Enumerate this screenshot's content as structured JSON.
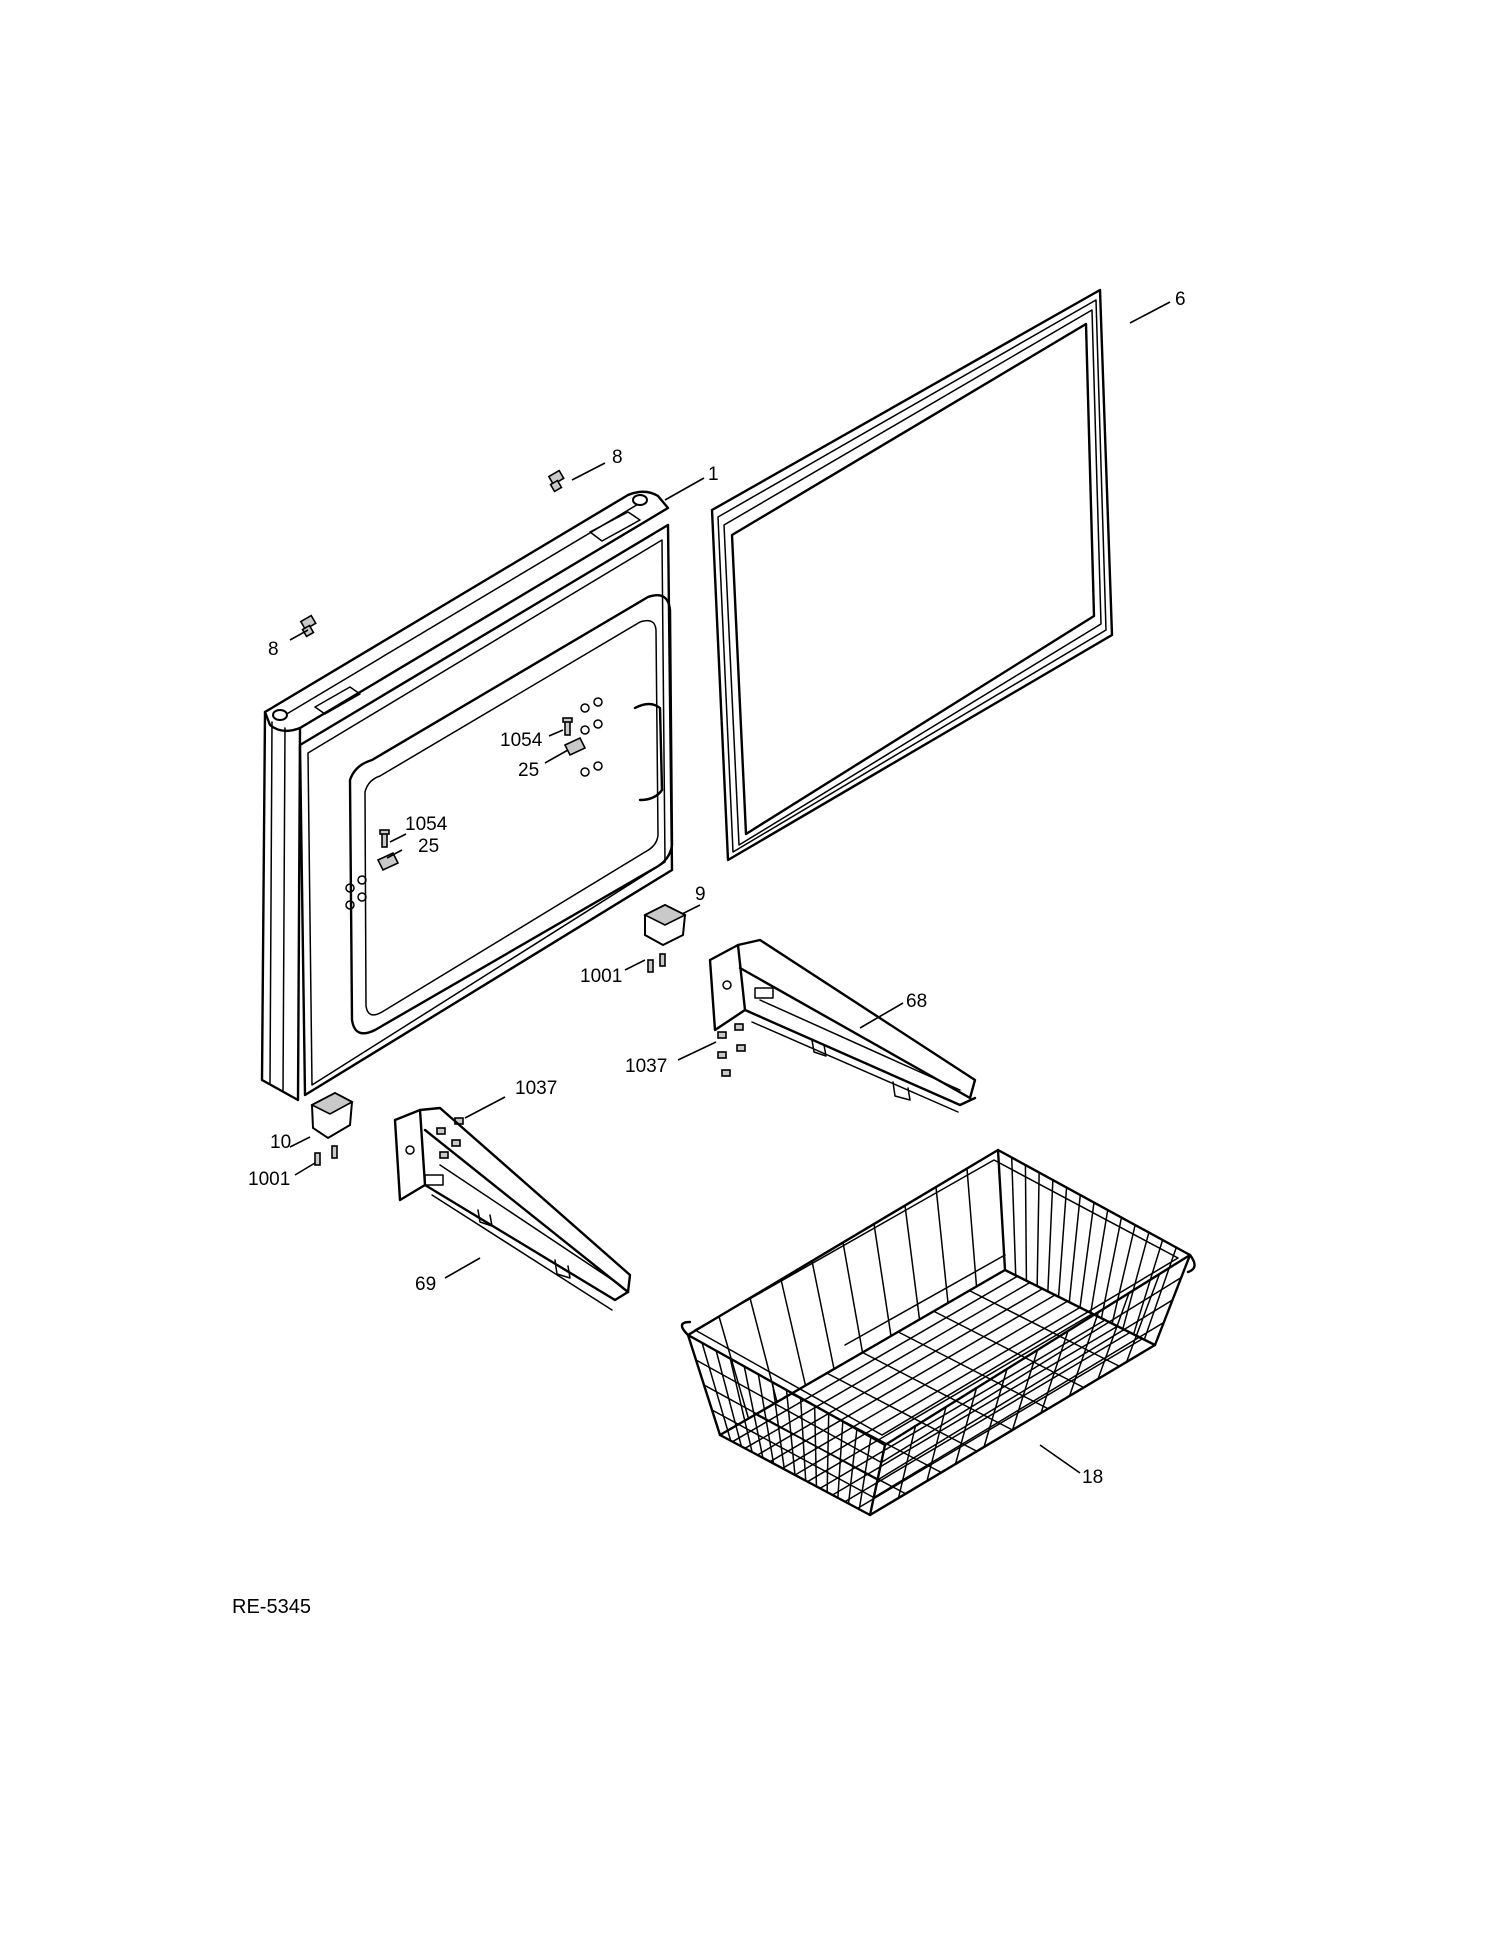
{
  "diagram_code": "RE-5345",
  "callouts": {
    "c6": "6",
    "c8a": "8",
    "c1": "1",
    "c8b": "8",
    "c1054a": "1054",
    "c25a": "25",
    "c1054b": "1054",
    "c25b": "25",
    "c9": "9",
    "c1001a": "1001",
    "c68": "68",
    "c1037a": "1037",
    "c1037b": "1037",
    "c10": "10",
    "c1001b": "1001",
    "c69": "69",
    "c18": "18"
  }
}
